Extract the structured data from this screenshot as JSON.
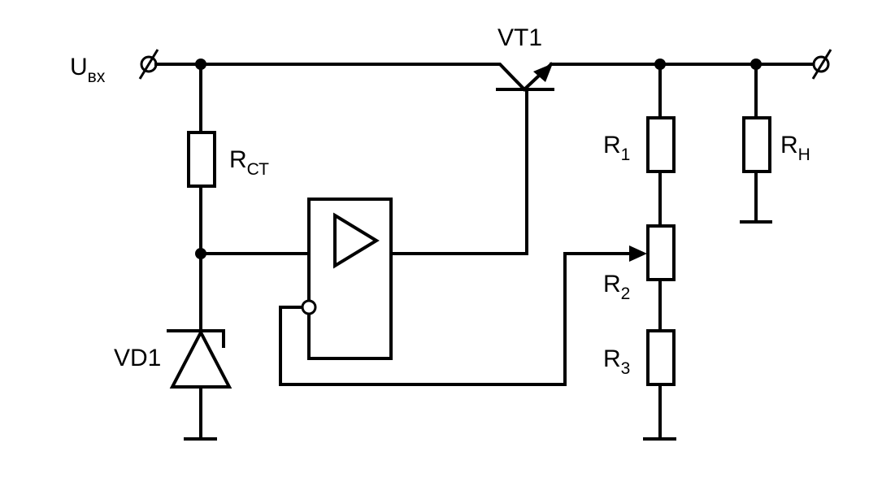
{
  "labels": {
    "u_in": {
      "main": "U",
      "sub": "вх"
    },
    "vt1": "VT1",
    "r_st": {
      "main": "R",
      "sub": "СТ"
    },
    "r1": {
      "main": "R",
      "sub": "1"
    },
    "r2": {
      "main": "R",
      "sub": "2"
    },
    "r3": {
      "main": "R",
      "sub": "3"
    },
    "r_load": {
      "main": "R",
      "sub": "Н"
    },
    "vd1": "VD1"
  },
  "components": [
    {
      "id": "transistor",
      "type": "npn-transistor"
    },
    {
      "id": "amplifier",
      "type": "op-amp",
      "inputs": [
        "non-inverting",
        "inverting"
      ]
    },
    {
      "id": "zener",
      "type": "zener-diode"
    },
    {
      "id": "resistors",
      "type": "resistor",
      "count": 5
    },
    {
      "id": "potentiometer",
      "type": "variable-resistor"
    }
  ],
  "colors": {
    "line": "#000000",
    "background": "#ffffff"
  }
}
